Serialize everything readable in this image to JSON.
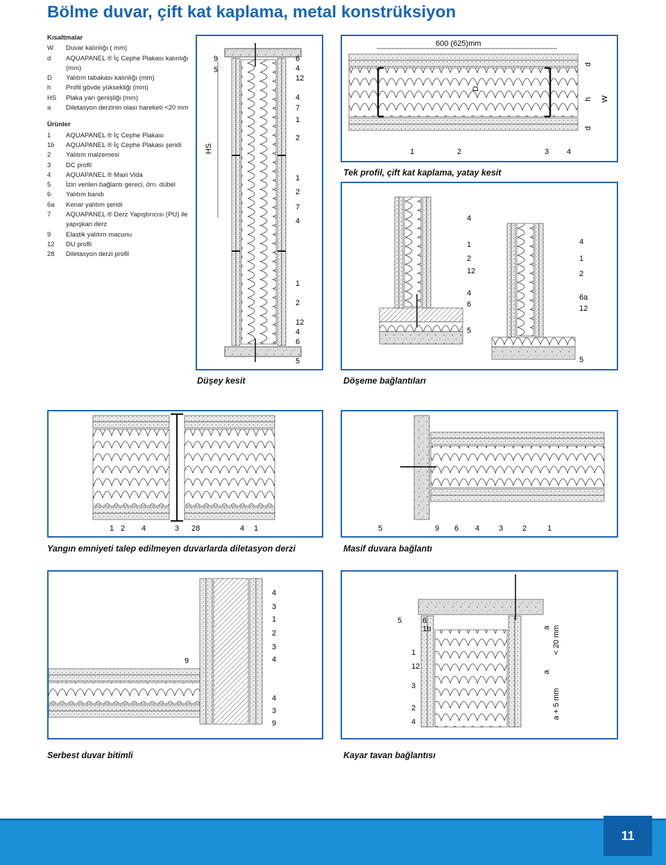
{
  "title": "Bölme duvar, çift kat kaplama, metal konstrüksiyon",
  "abbreviations": {
    "heading": "Kısaltmalar",
    "items": [
      {
        "key": "W",
        "text": "Duvar kalınlığı ( mm)"
      },
      {
        "key": "d",
        "text": "AQUAPANEL ® İç Cephe Plakası kalınlığı (mm)"
      },
      {
        "key": "D",
        "text": "Yalıtım tabakası kalınlığı (mm)"
      },
      {
        "key": "h",
        "text": "Profil gövde yüksekliği (mm)"
      },
      {
        "key": "HS",
        "text": "Plaka yarı genişliği (mm)"
      },
      {
        "key": "a",
        "text": "Diletasyon derzinin olası hareketi <20 mm"
      }
    ]
  },
  "products": {
    "heading": "Ürünler",
    "items": [
      {
        "key": "1",
        "text": "AQUAPANEL ® İç Cephe Plakası"
      },
      {
        "key": "1b",
        "text": "AQUAPANEL ® İç Cephe Plakası şeridi"
      },
      {
        "key": "2",
        "text": "Yalıtım malzemesi"
      },
      {
        "key": "3",
        "text": "DC profil"
      },
      {
        "key": "4",
        "text": "AQUAPANEL ® Maxi Vida"
      },
      {
        "key": "5",
        "text": "İzin verilen bağlantı gereci, örn. dübel"
      },
      {
        "key": "6",
        "text": "Yalıtım bandı"
      },
      {
        "key": "6a",
        "text": "Kenar yalıtım şeridi"
      },
      {
        "key": "7",
        "text": "AQUAPANEL ® Derz Yapıştırıcısı (PU) ile yapışkan derz"
      },
      {
        "key": "9",
        "text": "Elastik yalıtım macunu"
      },
      {
        "key": "12",
        "text": "DU profil"
      },
      {
        "key": "28",
        "text": "Diletasyon derzi profil"
      }
    ]
  },
  "figures": {
    "vertical": {
      "caption": "Düşey kesit",
      "dim": "HS",
      "labels_left": [
        "9",
        "5"
      ],
      "labels_right": [
        "6",
        "4",
        "12",
        "4",
        "7",
        "1",
        "2",
        "1",
        "2",
        "7",
        "4",
        "1",
        "2",
        "12",
        "4",
        "6",
        "5"
      ]
    },
    "horizontal": {
      "caption": "Tek profil, çift kat kaplama, yatay kesit",
      "top_dim": "600 (625)mm",
      "inner_dim": "D",
      "side_dims": [
        "d",
        "h",
        "d",
        "W"
      ],
      "bottom_labels": [
        "1",
        "2",
        "3",
        "4"
      ]
    },
    "floor": {
      "caption": "Döşeme bağlantıları",
      "left_labels": [
        "4",
        "1",
        "2",
        "12",
        "4",
        "6",
        "5"
      ],
      "right_labels": [
        "4",
        "1",
        "2",
        "6a",
        "12",
        "5"
      ]
    },
    "expansion": {
      "caption": "Yangın emniyeti talep edilmeyen duvarlarda diletasyon derzi",
      "bottom_labels": [
        "1",
        "2",
        "4",
        "3",
        "28",
        "4",
        "1"
      ]
    },
    "masonry": {
      "caption": "Masif duvara bağlantı",
      "bottom_labels": [
        "5",
        "9",
        "6",
        "4",
        "3",
        "2",
        "1"
      ]
    },
    "freeend": {
      "caption": "Serbest duvar bitimli",
      "labels_left": [
        "9"
      ],
      "labels_right": [
        "4",
        "3",
        "1",
        "2",
        "3",
        "4",
        "4",
        "3",
        "9"
      ]
    },
    "sliding": {
      "caption": "Kayar tavan bağlantısı",
      "labels_left": [
        "5",
        "6",
        "1b",
        "1",
        "12",
        "3",
        "2",
        "4"
      ],
      "dims": [
        "a",
        "< 20 mm",
        "a",
        "a + 5 mm"
      ]
    }
  },
  "page_number": "11",
  "colors": {
    "accent": "#1565b8",
    "frame": "#1e63b5",
    "footer": "#1c8fd6"
  }
}
